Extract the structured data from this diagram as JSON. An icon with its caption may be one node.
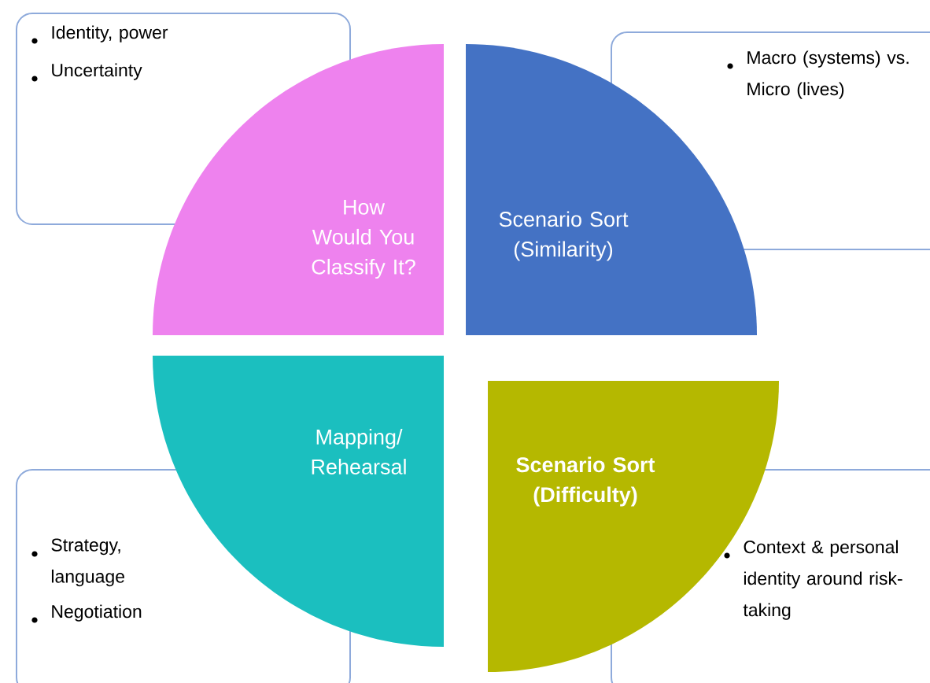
{
  "diagram": {
    "nodes": [
      {
        "text": [
          "Identity, power",
          "Uncertainty"
        ]
      },
      {
        "text": [
          "How Would You Classify It?"
        ]
      },
      {
        "text": [
          "Scenario Sort (Similarity)"
        ]
      },
      {
        "text": [
          "Macro (systems) vs. Micro (lives)"
        ]
      },
      {
        "text": [
          "Strategy, language",
          "Negotiation"
        ]
      },
      {
        "text": [
          "Mapping/ Rehearsal"
        ]
      },
      {
        "text": [
          "Scenario Sort (Difficulty)"
        ]
      },
      {
        "text": [
          "Context & personal identity around risk-taking"
        ]
      }
    ]
  }
}
